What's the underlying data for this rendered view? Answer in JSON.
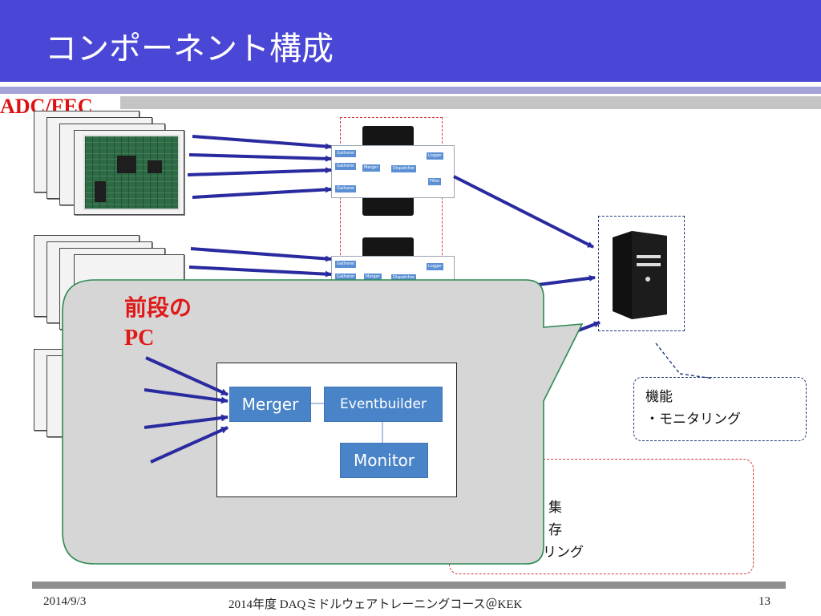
{
  "title": "コンポーネント構成",
  "adc_label": "ADC/FEC",
  "daq_pc_panels": [
    {
      "gatherer_labels": [
        "Gatherer",
        "Gatherer",
        "Gatherer"
      ],
      "merger": "Merger",
      "dispatcher": "Dispatcher",
      "logger": "Logger",
      "filter": "Filter"
    },
    {
      "gatherer_labels": [
        "Gatherer",
        "Gatherer"
      ],
      "merger": "Merger",
      "dispatcher": "Dispatcher",
      "logger": "Logger"
    }
  ],
  "back_function_note": {
    "line1": "機能",
    "line2": "・モニタリング"
  },
  "front_function_note": {
    "line1": "集",
    "line2": "存",
    "line3": "タリング"
  },
  "callout": {
    "label_line1": "前段の",
    "label_line2": "PC",
    "merger": "Merger",
    "eventbuilder": "Eventbuilder",
    "monitor": "Monitor"
  },
  "footer": {
    "date": "2014/9/3",
    "course": "2014年度 DAQミドルウェアトレーニングコース＠KEK",
    "page": "13"
  }
}
